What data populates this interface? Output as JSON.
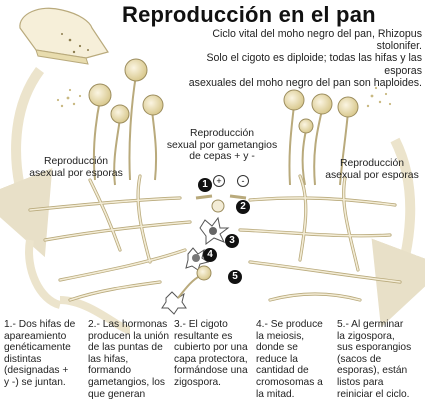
{
  "title": "Reproducción en el pan",
  "subtitle": "Ciclo vital del moho negro del pan, Rhizopus stolonifer.\nSolo el cigoto es diploide; todas las hifas y las esporas\nasexuales del moho negro del pan son haploides.",
  "labels": {
    "asexual_left": "Reproducción\nasexual por esporas",
    "asexual_right": "Reproducción\nasexual por esporas",
    "sexual": "Reproducción\nsexual por gametangios\nde cepas + y -"
  },
  "signs": {
    "plus": "+",
    "minus": "-"
  },
  "steps": [
    {
      "number": "1",
      "text": "1.- Dos hifas de\napareamiento\ngenéticamente\ndistintas\n(designadas +\ny -) se juntan."
    },
    {
      "number": "2",
      "text": "2.- Las hormonas\nproducen la unión\nde las puntas de\nlas hifas,\nformando\ngametangios, los\nque generan"
    },
    {
      "number": "3",
      "text": "3.- El cigoto\nresultante es\ncubierto por una\ncapa protectora,\nformándose una\nzigospora."
    },
    {
      "number": "4",
      "text": "4.- Se produce\nla meiosis,\ndonde se\nreduce la\ncantidad de\ncromosomas a\nla mitad."
    },
    {
      "number": "5",
      "text": "5.- Al germinar\nla zigospora,\nsus esporangios\n(sacos de\nesporas), están\nlistos para\nreiniciar el ciclo."
    }
  ],
  "colors": {
    "hypha_fill": "#f3ecd6",
    "hypha_stroke": "#b9aa7c",
    "sporangium": "#e8dcae",
    "bread": "#f6efd9"
  }
}
